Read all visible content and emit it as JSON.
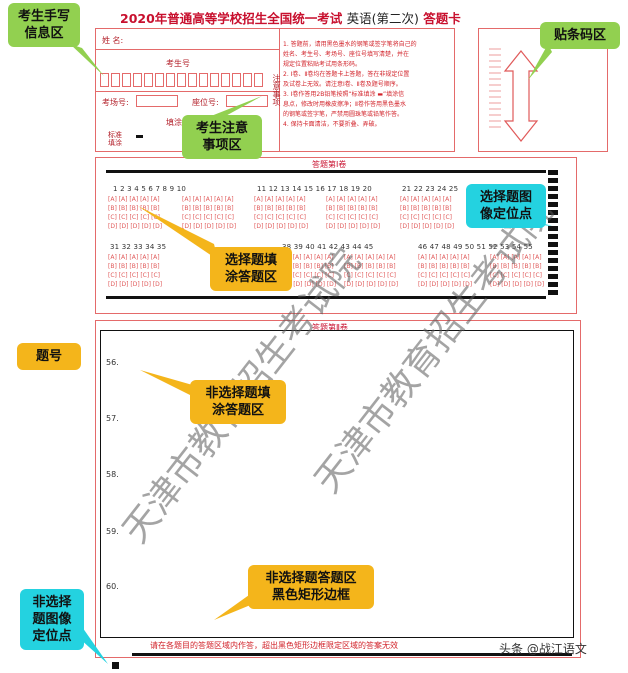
{
  "header": {
    "title_year": "2020年普通高等学校招生全国统一考试",
    "title_subject": "英语",
    "title_round": "(第二次)",
    "title_card": "答题卡"
  },
  "form": {
    "name_label": "姓  名:",
    "exam_no_label": "考生号",
    "room_label": "考场号:",
    "seat_label": "座位号:",
    "fill_label": "填涂",
    "standard_label": "标准\n填涂",
    "notes_title": "注意事项",
    "notes": [
      "1. 答题前，请用黑色墨水的钢笔或签字笔将自己的",
      "姓名、考生号、考场号、座位号填写清楚，并在",
      "规定位置粘贴考试用条形码。",
      "2. Ⅰ卷、Ⅱ卷均在答题卡上答题，答在非规定位置",
      "及试卷上无效。请注意Ⅰ卷、Ⅱ卷及题号顺序。",
      "3. Ⅰ卷作答用2B铅笔按照“标准填涂 ▬”填涂信",
      "息点，修改时用橡皮擦净；Ⅱ卷作答用黑色墨水",
      "的钢笔或签字笔，严禁用圆珠笔或铅笔作答。",
      "4. 保持卡面清洁，不要折叠、弄破。"
    ]
  },
  "section1": {
    "title": "答题第Ⅰ卷",
    "row1_groups": [
      "1  2  3  4  5  6  7  8  9  10",
      "11 12 13 14 15 16 17 18 19 20",
      "21 22 23 24 25"
    ],
    "row2_groups": [
      "31 32 33 34 35",
      "38 39 40 41 42 43 44 45",
      "46 47 48 49 50 51 52 53 54 55"
    ],
    "options": "[A] [A] [A] [A] [A]\n[B] [B] [B] [B] [B]\n[C] [C] [C] [C] [C]\n[D] [D] [D] [D] [D]"
  },
  "section2": {
    "title": "答题第Ⅱ卷",
    "questions": [
      "56.",
      "57.",
      "58.",
      "59.",
      "60."
    ],
    "footer": "请在各题目的答题区域内作答，超出黑色矩形边框限定区域的答案无效"
  },
  "callouts": {
    "handwriting": "考生手写\n信息区",
    "barcode": "贴条码区",
    "notes": "考生注意\n事项区",
    "choice_locator": "选择题图\n像定位点",
    "choice_area": "选择题填\n涂答题区",
    "question_no": "题号",
    "non_choice_fill": "非选择题填\n涂答题区",
    "non_choice_border": "非选择题答题区\n黑色矩形边框",
    "non_choice_locator": "非选择\n题图像\n定位点"
  },
  "watermarks": {
    "text": "天津市教育招生考试院",
    "text2": "天津市教育招生考试院"
  },
  "brand": "头条 @战江语文",
  "colors": {
    "form_red": "#d2232a",
    "callout_orange": "#f4b51b",
    "callout_green": "#92d050",
    "callout_cyan": "#24d2e0"
  }
}
